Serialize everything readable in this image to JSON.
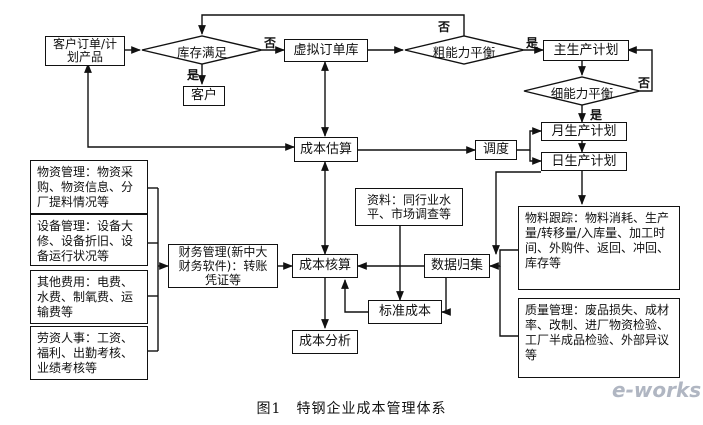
{
  "nodes": {
    "customer_order": "客户订单/计划产品",
    "stock_full": "库存满足",
    "customer": "客户",
    "virtual_order_db": "虚拟订单库",
    "rough_capacity": "粗能力平衡",
    "master_plan": "主生产计划",
    "fine_capacity": "细能力平衡",
    "monthly_plan": "月生产计划",
    "daily_plan": "日生产计划",
    "cost_estimate": "成本估算",
    "dispatch": "调度",
    "materials": "物资管理：物资采购、物资信息、分厂提料情况等",
    "equipment": "设备管理：设备大修、设备折旧、设备运行状况等",
    "other_costs": "其他费用：电费、水费、制氧费、运输费等",
    "labor": "劳资人事：工资、福利、出勤考核、业绩考核等",
    "finance": "财务管理(新中大财务软件)：转账凭证等",
    "cost_accounting": "成本核算",
    "data_archive": "数据归集",
    "reference": "资料：同行业水平、市场调查等",
    "standard_cost": "标准成本",
    "cost_analysis": "成本分析",
    "material_tracking": "物料跟踪：物料消耗、生产量/转移量/入库量、加工时间、外购件、返回、冲回、库存等",
    "quality": "质量管理：废品损失、成材率、改制、进厂物资检验、工厂半成品检验、外部异议等"
  },
  "edge_labels": {
    "no": "否",
    "yes": "是"
  },
  "caption": "图1　特钢企业成本管理体系",
  "watermark": "e-works"
}
